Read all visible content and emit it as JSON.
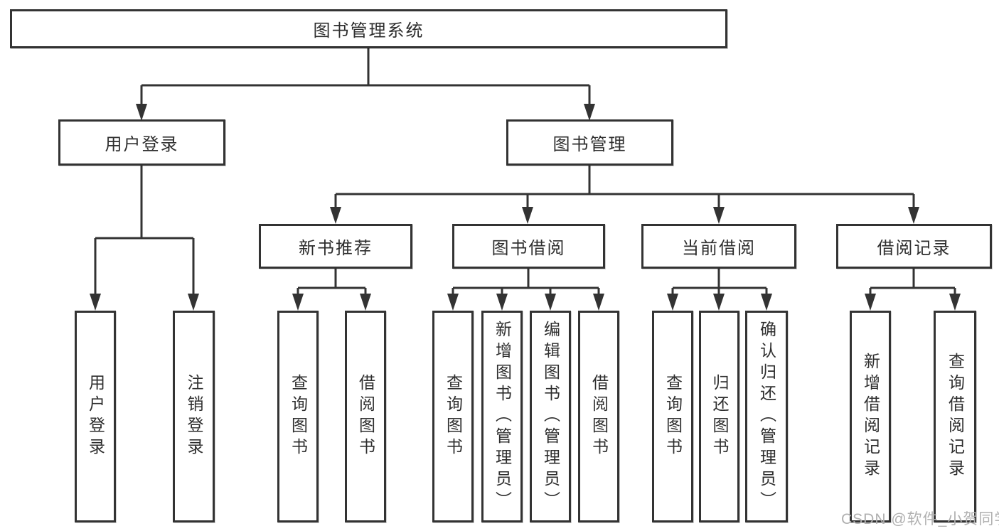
{
  "diagram": {
    "title": "图书管理系统",
    "watermark": "CSDN @软件_小贺同学",
    "colors": {
      "line": "#333333",
      "box_border": "#333333",
      "text": "#2e2e2e",
      "watermark": "#b0b0b0",
      "background": "#ffffff"
    },
    "nodes": {
      "root": {
        "label": "图书管理系统"
      },
      "level2": [
        {
          "label": "用户登录"
        },
        {
          "label": "图书管理"
        }
      ],
      "level3": [
        {
          "label": "新书推荐"
        },
        {
          "label": "图书借阅"
        },
        {
          "label": "当前借阅"
        },
        {
          "label": "借阅记录"
        }
      ],
      "leaves": {
        "user_login": [
          "用户登录",
          "注销登录"
        ],
        "new_book": [
          "查询图书",
          "借阅图书"
        ],
        "book_borrow": [
          "查询图书",
          "新增图书（管理员）",
          "编辑图书（管理员）",
          "借阅图书"
        ],
        "current_borrow": [
          "查询图书",
          "归还图书",
          "确认归还（管理员）"
        ],
        "borrow_records": [
          "新增借阅记录",
          "查询借阅记录"
        ]
      }
    }
  }
}
